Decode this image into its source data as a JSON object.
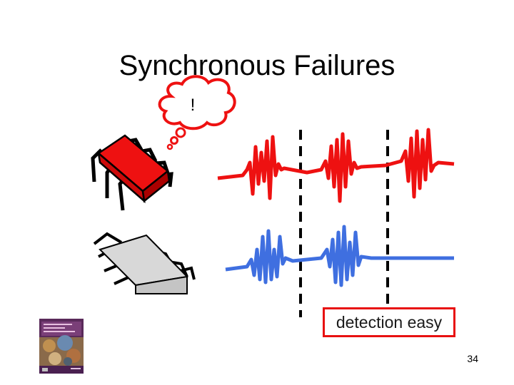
{
  "slide": {
    "title": "Synchronous Failures",
    "thought_text": "!",
    "box_label": "detection easy",
    "page_number": "34"
  },
  "colors": {
    "red_signal": "#ee1111",
    "blue_signal": "#3f6fe0",
    "box_border": "#e81010",
    "chip_red": "#ee1111",
    "chip_gray": "#d8d8d8"
  },
  "icons": [
    "thought-bubble-icon",
    "failed-red-chip-icon",
    "gray-chip-icon",
    "book-cover-icon"
  ]
}
